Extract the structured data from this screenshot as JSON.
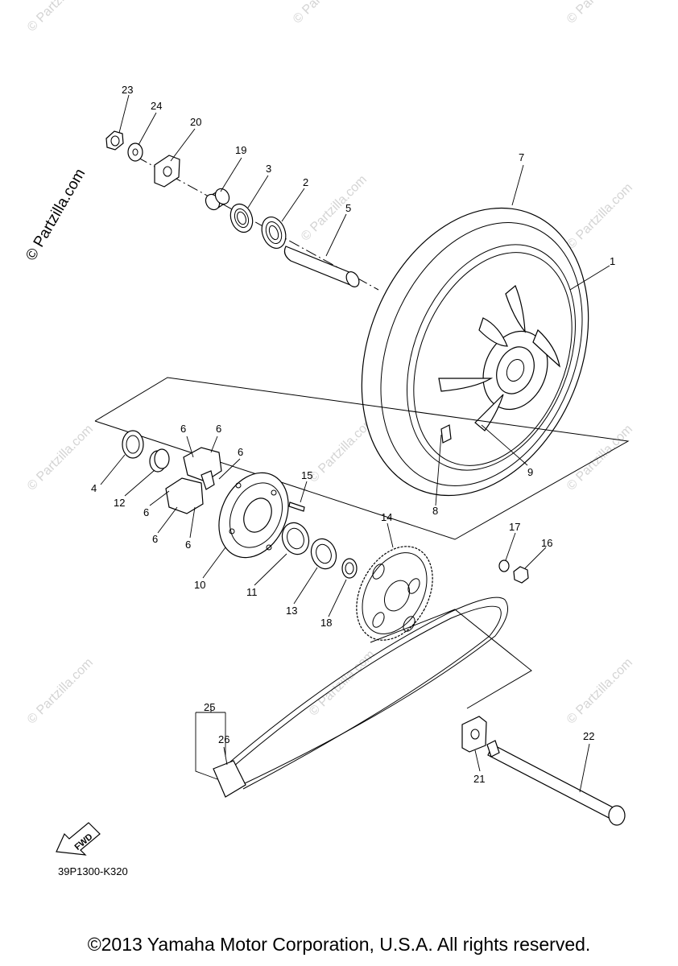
{
  "watermark": {
    "main_text": "© Partzilla.com",
    "repeat_text": "© Partzilla.com"
  },
  "callouts": {
    "c1": "1",
    "c2": "2",
    "c3": "3",
    "c4": "4",
    "c5": "5",
    "c6a": "6",
    "c6b": "6",
    "c6c": "6",
    "c6d": "6",
    "c6e": "6",
    "c6f": "6",
    "c7": "7",
    "c8": "8",
    "c9": "9",
    "c10": "10",
    "c11": "11",
    "c12": "12",
    "c13": "13",
    "c14": "14",
    "c15": "15",
    "c16": "16",
    "c17": "17",
    "c18": "18",
    "c19": "19",
    "c20": "20",
    "c21": "21",
    "c22": "22",
    "c23": "23",
    "c24": "24",
    "c25": "25",
    "c26": "26"
  },
  "fwd_label": "FWD",
  "diagram_code": "39P1300-K320",
  "copyright": "©2013 Yamaha Motor Corporation, U.S.A. All rights reserved."
}
